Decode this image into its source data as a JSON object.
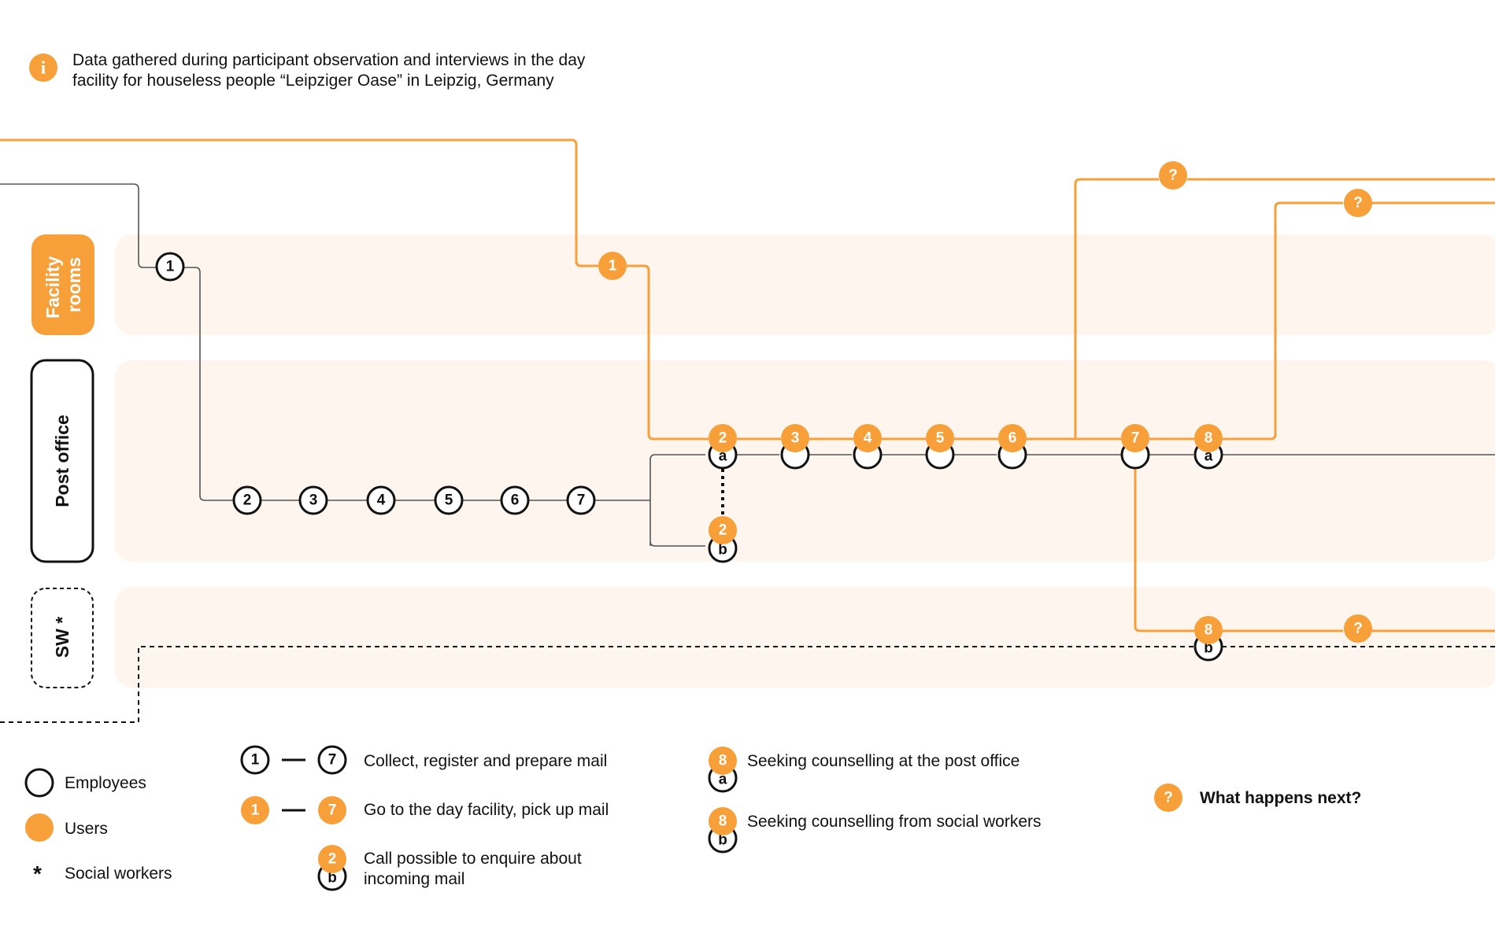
{
  "info": {
    "icon": "info-icon",
    "line1": "Data gathered during participant observation and interviews in the day",
    "line2": "facility for houseless people “Leipziger Oase” in Leipzig, Germany"
  },
  "lanes": {
    "facility": {
      "line1": "Facility",
      "line2": "rooms"
    },
    "post_office": {
      "label": "Post office"
    },
    "sw": {
      "label": "SW *"
    }
  },
  "nodes": {
    "e1": "1",
    "e2": "2",
    "e3": "3",
    "e4": "4",
    "e5": "5",
    "e6": "6",
    "e7": "7",
    "u1": "1",
    "u2a": "2",
    "u3": "3",
    "u4": "4",
    "u5": "5",
    "u6": "6",
    "u7": "7",
    "u8a": "8",
    "u2b": "2",
    "u8b": "8",
    "sub_a": "a",
    "sub_b": "b",
    "q": "?"
  },
  "legend": {
    "employees": "Employees",
    "users": "Users",
    "asterisk": "*",
    "social_workers": "Social workers",
    "emp_range_from": "1",
    "emp_range_to": "7",
    "emp_range_text": "Collect, register and prepare mail",
    "user_range_from": "1",
    "user_range_to": "7",
    "user_range_text": "Go to the day facility, pick up mail",
    "call_num": "2",
    "call_sub": "b",
    "call_line1": "Call possible to enquire about",
    "call_line2": "incoming mail",
    "post_num": "8",
    "post_sub": "a",
    "post_text": "Seeking counselling at the post office",
    "sw_num": "8",
    "sw_sub": "b",
    "sw_text": "Seeking counselling from social workers",
    "next_icon": "?",
    "next_text": "What happens next?"
  },
  "colors": {
    "orange": "#F7A03A",
    "lane_bg": "#FEF6EE",
    "ink": "#111111",
    "thin_line": "#555555"
  }
}
